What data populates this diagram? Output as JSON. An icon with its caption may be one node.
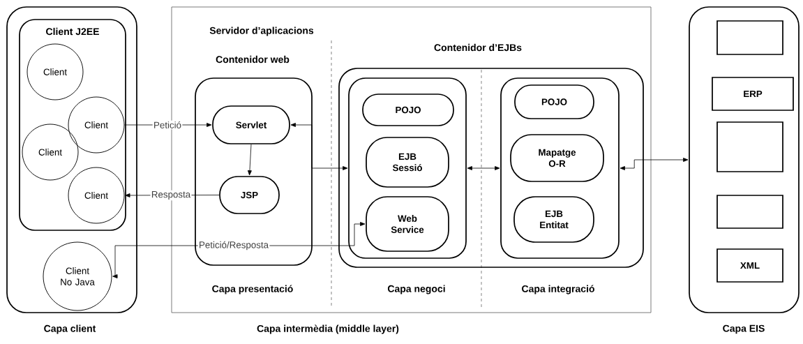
{
  "diagram": {
    "nodes": [
      {
        "text": [],
        "shape": "box",
        "beside": [
          "Capa client"
        ]
      },
      {
        "text": [
          "Client J2EE"
        ],
        "in": 0
      },
      {
        "text": [
          "Client"
        ],
        "in": 1
      },
      {
        "text": [
          "Client"
        ],
        "in": 1
      },
      {
        "text": [
          "Client"
        ],
        "in": 1
      },
      {
        "text": [
          "Client"
        ],
        "in": 1
      },
      {
        "text": [
          "Client No Java"
        ],
        "in": 0
      },
      {
        "text": [
          "Servidor d’aplicacions"
        ],
        "beside": [
          "Capa intermèdia (middle layer)"
        ]
      },
      {
        "text": [
          "Contenidor web"
        ],
        "in": 7
      },
      {
        "text": [
          "Servlet"
        ],
        "in": 8
      },
      {
        "text": [
          "JSP"
        ],
        "in": 8
      },
      {
        "text": [
          "Contenidor d’EJBs"
        ],
        "in": 7
      },
      {
        "text": [],
        "shape": "box",
        "in": 11
      },
      {
        "text": [
          "POJO"
        ],
        "in": 12
      },
      {
        "text": [
          "EJB Sessió"
        ],
        "in": 12
      },
      {
        "text": [
          "Web Service"
        ],
        "in": 12
      },
      {
        "text": [],
        "shape": "box",
        "in": 11
      },
      {
        "text": [
          "POJO"
        ],
        "in": 16
      },
      {
        "text": [
          "Mapatge O-R"
        ],
        "in": 16
      },
      {
        "text": [
          "EJB Entitat"
        ],
        "in": 16
      },
      {
        "text": [],
        "shape": "box",
        "beside": [
          "Capa EIS"
        ]
      },
      {
        "text": [],
        "shape": "box",
        "in": 20
      },
      {
        "text": [
          "ERP"
        ],
        "in": 20
      },
      {
        "text": [],
        "shape": "box",
        "in": 20
      },
      {
        "text": [],
        "shape": "box",
        "in": 20
      },
      {
        "text": [
          "XML"
        ],
        "in": 20
      }
    ],
    "edges": [
      {
        "from": 3,
        "to": 9,
        "arrow": "to",
        "label": "Petició"
      },
      {
        "from": 9,
        "to": 10,
        "arrow": "to"
      },
      {
        "from": 10,
        "to": 5,
        "arrow": "to",
        "label": "Resposta"
      },
      {
        "from": 9,
        "to": 12,
        "arrow": "both"
      },
      {
        "from": 15,
        "to": 6,
        "arrow": "both",
        "label": "Petició/Resposta"
      },
      {
        "from": 12,
        "to": 16,
        "arrow": "both"
      },
      {
        "from": 16,
        "to": 20,
        "arrow": "both"
      }
    ],
    "labels": [
      "Capa presentació",
      "Capa negoci",
      "Capa integració"
    ]
  }
}
